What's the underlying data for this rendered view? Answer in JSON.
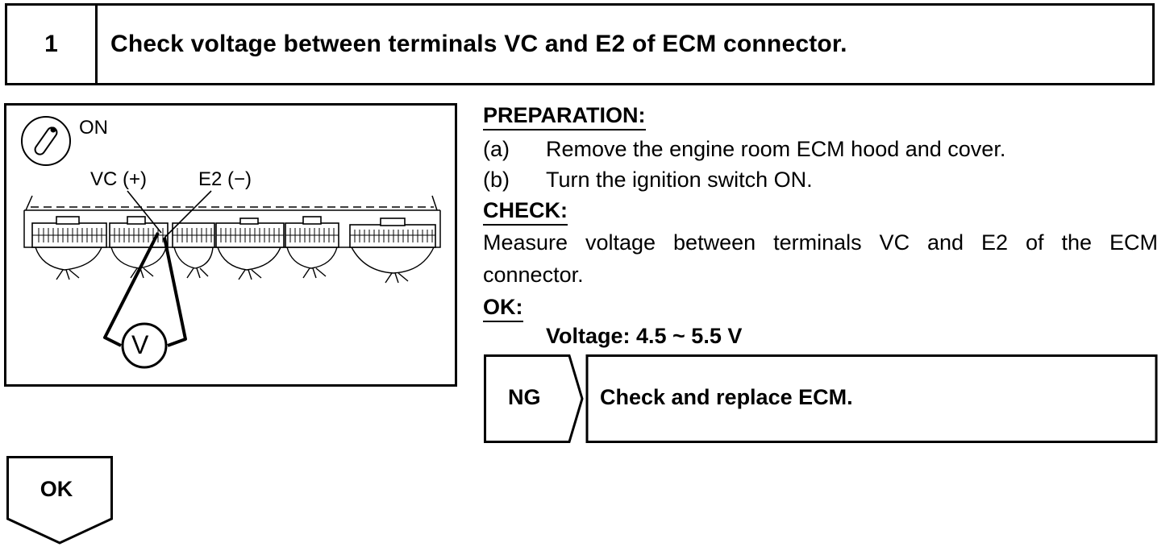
{
  "step": {
    "number": "1",
    "title": "Check voltage between terminals VC and E2 of ECM connector."
  },
  "figure": {
    "ignition_label": "ON",
    "vc_label": "VC (+)",
    "e2_label": "E2 (−)",
    "meter_symbol": "V"
  },
  "preparation": {
    "heading": "PREPARATION:",
    "items": [
      {
        "marker": "(a)",
        "text": "Remove the engine room ECM hood and cover."
      },
      {
        "marker": "(b)",
        "text": "Turn the ignition switch ON."
      }
    ]
  },
  "check": {
    "heading": "CHECK:",
    "line1": "Measure voltage between terminals VC and E2 of the ECM",
    "line2": "connector."
  },
  "ok_spec": {
    "heading": "OK:",
    "value": "Voltage: 4.5 ~ 5.5 V"
  },
  "ng_result": {
    "label": "NG",
    "action": "Check and replace ECM."
  },
  "ok_result": {
    "label": "OK"
  }
}
